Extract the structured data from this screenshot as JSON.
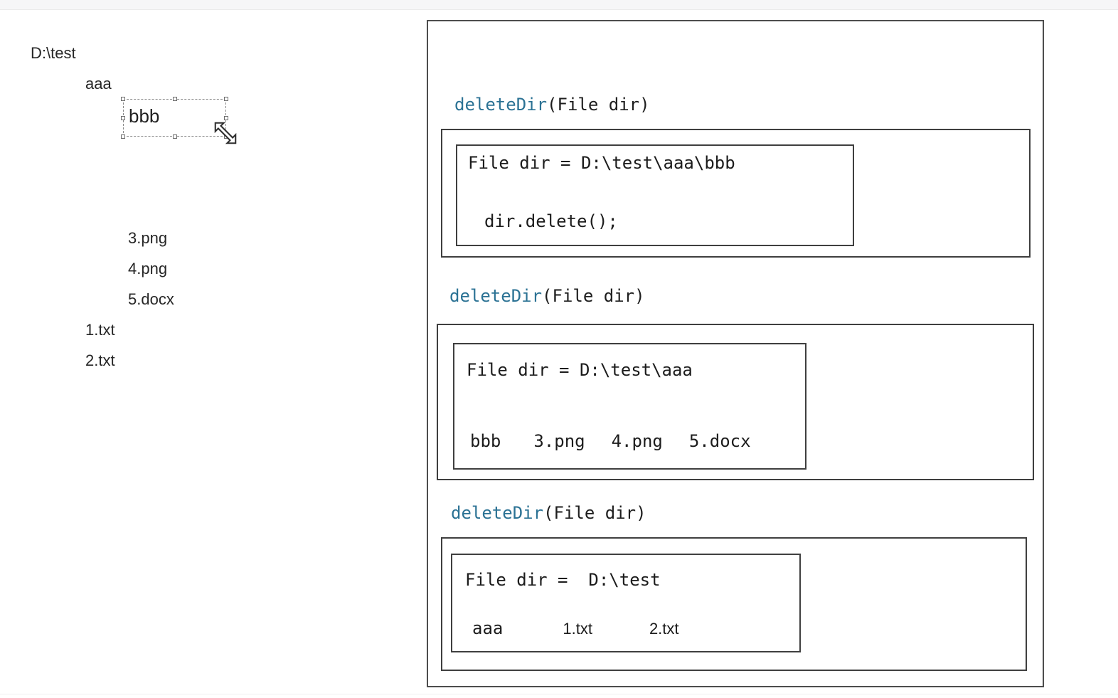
{
  "ui": {
    "accent_teal": "#2b7294",
    "border_dark": "#3f3f3f",
    "topbar_bg": "#f6f6f7"
  },
  "file_tree": {
    "root_label": "D:\\test",
    "folder_aaa": "aaa",
    "folder_bbb": "bbb",
    "files_in_aaa": [
      "3.png",
      "4.png",
      "5.docx"
    ],
    "files_in_root": [
      "1.txt",
      "2.txt"
    ],
    "cursor_icon": "resize-diagonal-cursor"
  },
  "frames": [
    {
      "fn_name": "deleteDir",
      "fn_args": "(File dir)",
      "var_line": "File dir = D:\\test\\aaa\\bbb",
      "body_items": [
        "dir.delete();"
      ]
    },
    {
      "fn_name": "deleteDir",
      "fn_args": "(File dir)",
      "var_line": "File dir = D:\\test\\aaa",
      "body_items": [
        "bbb",
        "3.png",
        "4.png",
        "5.docx"
      ]
    },
    {
      "fn_name": "deleteDir",
      "fn_args": "(File dir)",
      "var_line": "File dir =  D:\\test",
      "body_items": [
        "aaa",
        "1.txt",
        "2.txt"
      ]
    }
  ]
}
